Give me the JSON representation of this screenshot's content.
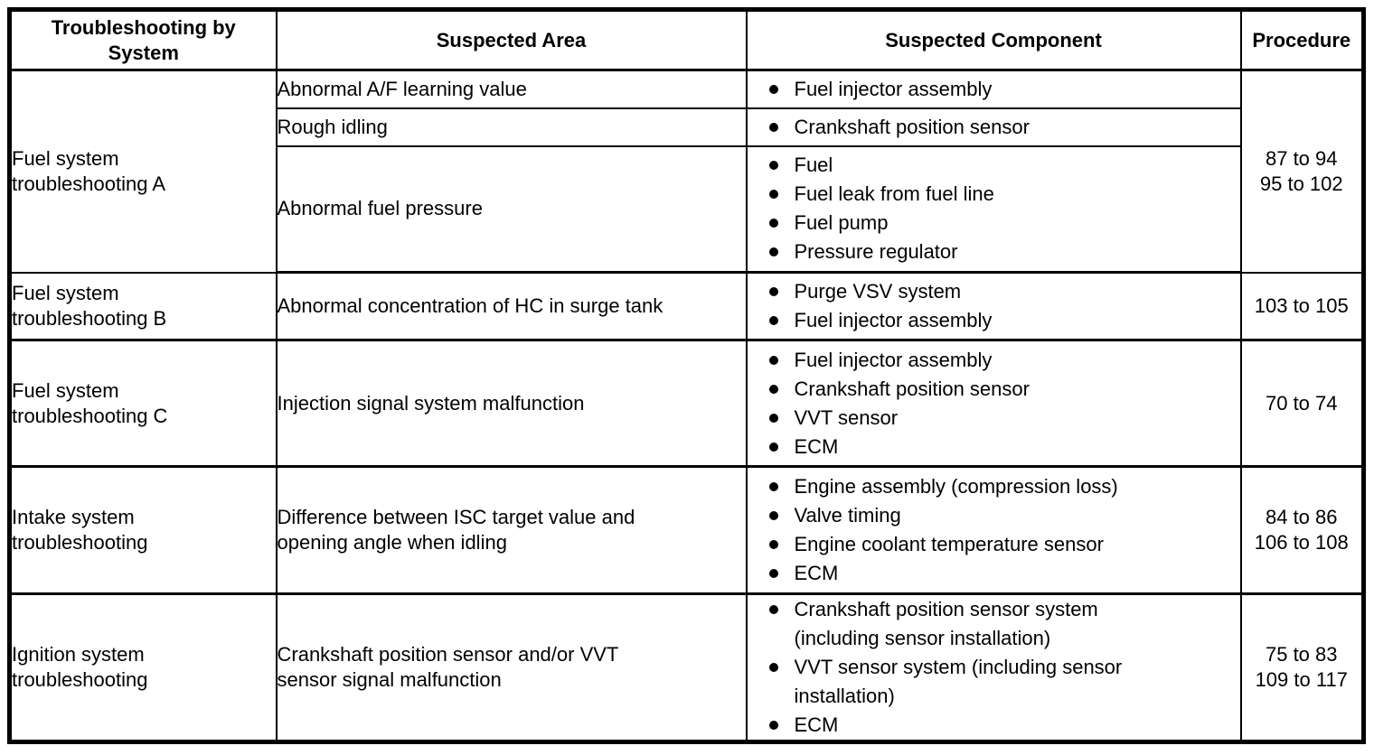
{
  "header": {
    "columns": [
      {
        "label_lines": [
          "Troubleshooting by",
          "System"
        ]
      },
      {
        "label_lines": [
          "Suspected Area"
        ]
      },
      {
        "label_lines": [
          "Suspected Component"
        ]
      },
      {
        "label_lines": [
          "Procedure"
        ]
      }
    ]
  },
  "icons": {
    "bullet": "filled-circle"
  },
  "sections": [
    {
      "system_lines": [
        "Fuel system",
        "troubleshooting A"
      ],
      "procedure_lines": [
        "87 to 94",
        "95 to 102"
      ],
      "subrows": [
        {
          "area_lines": [
            "Abnormal A/F learning value"
          ],
          "components": [
            {
              "lines": [
                "Fuel injector assembly"
              ]
            }
          ]
        },
        {
          "area_lines": [
            "Rough idling"
          ],
          "components": [
            {
              "lines": [
                "Crankshaft position sensor"
              ]
            }
          ]
        },
        {
          "area_lines": [
            "Abnormal fuel pressure"
          ],
          "components": [
            {
              "lines": [
                "Fuel"
              ]
            },
            {
              "lines": [
                "Fuel leak from fuel line"
              ]
            },
            {
              "lines": [
                "Fuel pump"
              ]
            },
            {
              "lines": [
                "Pressure regulator"
              ]
            }
          ]
        }
      ]
    },
    {
      "system_lines": [
        "Fuel system",
        "troubleshooting B"
      ],
      "procedure_lines": [
        "103 to 105"
      ],
      "subrows": [
        {
          "area_lines": [
            "Abnormal concentration of HC in surge tank"
          ],
          "components": [
            {
              "lines": [
                "Purge VSV system"
              ]
            },
            {
              "lines": [
                "Fuel injector assembly"
              ]
            }
          ]
        }
      ]
    },
    {
      "system_lines": [
        "Fuel system",
        "troubleshooting C"
      ],
      "procedure_lines": [
        "70 to 74"
      ],
      "subrows": [
        {
          "area_lines": [
            "Injection signal system malfunction"
          ],
          "components": [
            {
              "lines": [
                "Fuel injector assembly"
              ]
            },
            {
              "lines": [
                "Crankshaft position sensor"
              ]
            },
            {
              "lines": [
                "VVT sensor"
              ]
            },
            {
              "lines": [
                "ECM"
              ]
            }
          ]
        }
      ]
    },
    {
      "system_lines": [
        "Intake system",
        "troubleshooting"
      ],
      "procedure_lines": [
        "84 to 86",
        "106 to 108"
      ],
      "subrows": [
        {
          "area_lines": [
            "Difference between ISC target value and",
            "opening angle when idling"
          ],
          "components": [
            {
              "lines": [
                "Engine assembly (compression loss)"
              ]
            },
            {
              "lines": [
                "Valve timing"
              ]
            },
            {
              "lines": [
                "Engine coolant temperature sensor"
              ]
            },
            {
              "lines": [
                "ECM"
              ]
            }
          ]
        }
      ]
    },
    {
      "system_lines": [
        "Ignition system",
        "troubleshooting"
      ],
      "procedure_lines": [
        "75 to 83",
        "109 to 117"
      ],
      "subrows": [
        {
          "area_lines": [
            "Crankshaft position sensor and/or VVT",
            "sensor signal malfunction"
          ],
          "components": [
            {
              "lines": [
                "Crankshaft position sensor system",
                "(including sensor installation)"
              ]
            },
            {
              "lines": [
                "VVT sensor system (including sensor",
                "installation)"
              ]
            },
            {
              "lines": [
                "ECM"
              ]
            }
          ]
        }
      ]
    }
  ]
}
